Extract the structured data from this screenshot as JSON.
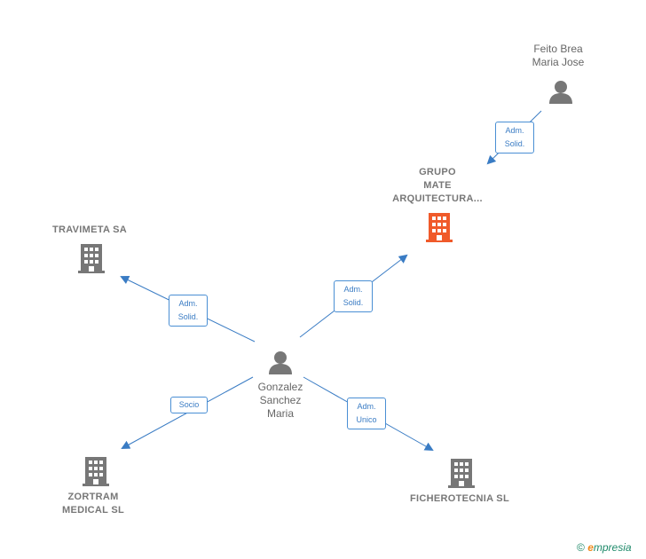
{
  "colors": {
    "edge": "#3a7cc4",
    "company": "#777777",
    "company_highlight": "#f05a2a",
    "person": "#777777"
  },
  "nodes": {
    "feito": {
      "name_lines": [
        "Feito Brea",
        "Maria Jose"
      ],
      "icon": "person-icon"
    },
    "grupo": {
      "name_lines": [
        "GRUPO",
        "MATE",
        "ARQUITECTURA..."
      ],
      "icon": "building-icon"
    },
    "travimeta": {
      "name_lines": [
        "TRAVIMETA SA"
      ],
      "icon": "building-icon"
    },
    "gonzalez": {
      "name_lines": [
        "Gonzalez",
        "Sanchez",
        "Maria"
      ],
      "icon": "person-icon"
    },
    "zortram": {
      "name_lines": [
        "ZORTRAM",
        "MEDICAL SL"
      ],
      "icon": "building-icon"
    },
    "ficherotecnia": {
      "name_lines": [
        "FICHEROTECNIA SL"
      ],
      "icon": "building-icon"
    }
  },
  "edges": {
    "feito_grupo": {
      "lines": [
        "Adm.",
        "Solid."
      ]
    },
    "gonzalez_grupo": {
      "lines": [
        "Adm.",
        "Solid."
      ]
    },
    "gonzalez_travimeta": {
      "lines": [
        "Adm.",
        "Solid."
      ]
    },
    "gonzalez_zortram": {
      "lines": [
        "Socio"
      ]
    },
    "gonzalez_ficherotecnia": {
      "lines": [
        "Adm.",
        "Unico"
      ]
    }
  },
  "footer": {
    "copyright": "©",
    "brand_initial": "e",
    "brand_rest": "mpresia"
  }
}
